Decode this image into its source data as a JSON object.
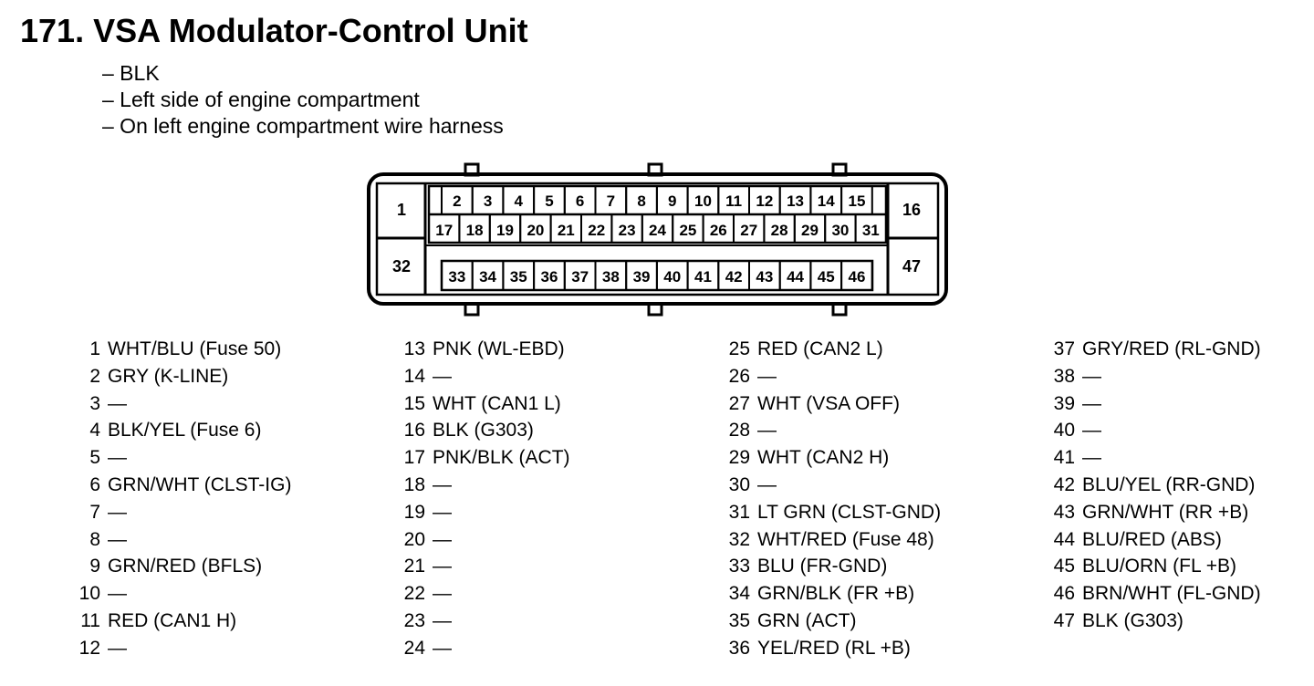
{
  "title": "171. VSA Modulator-Control Unit",
  "notes": [
    "– BLK",
    "– Left side of engine compartment",
    "– On left engine compartment wire harness"
  ],
  "connector": {
    "row_top": [
      "2",
      "3",
      "4",
      "5",
      "6",
      "7",
      "8",
      "9",
      "10",
      "11",
      "12",
      "13",
      "14",
      "15"
    ],
    "row_mid": [
      "17",
      "18",
      "19",
      "20",
      "21",
      "22",
      "23",
      "24",
      "25",
      "26",
      "27",
      "28",
      "29",
      "30",
      "31"
    ],
    "row_bottom": [
      "33",
      "34",
      "35",
      "36",
      "37",
      "38",
      "39",
      "40",
      "41",
      "42",
      "43",
      "44",
      "45",
      "46"
    ],
    "corner_left_top": "1",
    "corner_left_bottom": "32",
    "corner_right_top": "16",
    "corner_right_bottom": "47"
  },
  "pins": [
    [
      {
        "num": "1",
        "desc": "WHT/BLU (Fuse 50)"
      },
      {
        "num": "2",
        "desc": "GRY (K-LINE)"
      },
      {
        "num": "3",
        "desc": "—"
      },
      {
        "num": "4",
        "desc": "BLK/YEL (Fuse 6)"
      },
      {
        "num": "5",
        "desc": "—"
      },
      {
        "num": "6",
        "desc": "GRN/WHT (CLST-IG)"
      },
      {
        "num": "7",
        "desc": "—"
      },
      {
        "num": "8",
        "desc": "—"
      },
      {
        "num": "9",
        "desc": "GRN/RED (BFLS)"
      },
      {
        "num": "10",
        "desc": "—"
      },
      {
        "num": "11",
        "desc": "RED (CAN1 H)"
      },
      {
        "num": "12",
        "desc": "—"
      }
    ],
    [
      {
        "num": "13",
        "desc": "PNK (WL-EBD)"
      },
      {
        "num": "14",
        "desc": "—"
      },
      {
        "num": "15",
        "desc": "WHT (CAN1 L)"
      },
      {
        "num": "16",
        "desc": "BLK (G303)"
      },
      {
        "num": "17",
        "desc": "PNK/BLK (ACT)"
      },
      {
        "num": "18",
        "desc": "—"
      },
      {
        "num": "19",
        "desc": "—"
      },
      {
        "num": "20",
        "desc": "—"
      },
      {
        "num": "21",
        "desc": "—"
      },
      {
        "num": "22",
        "desc": "—"
      },
      {
        "num": "23",
        "desc": "—"
      },
      {
        "num": "24",
        "desc": "—"
      }
    ],
    [
      {
        "num": "25",
        "desc": "RED (CAN2 L)"
      },
      {
        "num": "26",
        "desc": "—"
      },
      {
        "num": "27",
        "desc": "WHT (VSA OFF)"
      },
      {
        "num": "28",
        "desc": "—"
      },
      {
        "num": "29",
        "desc": "WHT (CAN2 H)"
      },
      {
        "num": "30",
        "desc": "—"
      },
      {
        "num": "31",
        "desc": "LT GRN (CLST-GND)"
      },
      {
        "num": "32",
        "desc": "WHT/RED (Fuse 48)"
      },
      {
        "num": "33",
        "desc": "BLU (FR-GND)"
      },
      {
        "num": "34",
        "desc": "GRN/BLK (FR +B)"
      },
      {
        "num": "35",
        "desc": "GRN (ACT)"
      },
      {
        "num": "36",
        "desc": "YEL/RED (RL +B)"
      }
    ],
    [
      {
        "num": "37",
        "desc": "GRY/RED (RL-GND)"
      },
      {
        "num": "38",
        "desc": "—"
      },
      {
        "num": "39",
        "desc": "—"
      },
      {
        "num": "40",
        "desc": "—"
      },
      {
        "num": "41",
        "desc": "—"
      },
      {
        "num": "42",
        "desc": "BLU/YEL (RR-GND)"
      },
      {
        "num": "43",
        "desc": "GRN/WHT (RR +B)"
      },
      {
        "num": "44",
        "desc": "BLU/RED (ABS)"
      },
      {
        "num": "45",
        "desc": "BLU/ORN (FL +B)"
      },
      {
        "num": "46",
        "desc": "BRN/WHT (FL-GND)"
      },
      {
        "num": "47",
        "desc": "BLK (G303)"
      }
    ]
  ]
}
